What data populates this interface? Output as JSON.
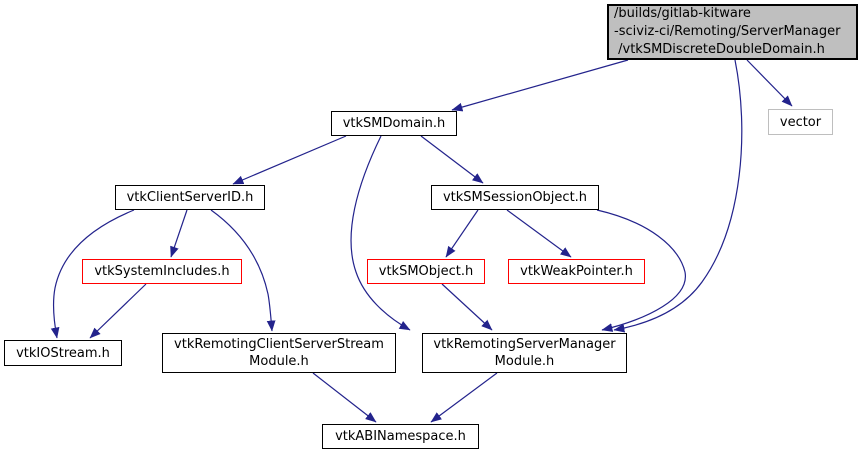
{
  "diagram": {
    "type": "include-dependency-graph",
    "colors": {
      "background": "#ffffff",
      "edge": "#23238c",
      "node_border": "#000000",
      "truncated_node_border": "#ff0000",
      "external_node_border": "#bebebe",
      "root_node_fill": "#bfbfbf",
      "node_fill": "#ffffff",
      "text": "#000000"
    },
    "nodes": {
      "root": {
        "label": "/builds/gitlab-kitware\n-sciviz-ci/Remoting/ServerManager\n /vtkSMDiscreteDoubleDomain.h",
        "type": "current-file"
      },
      "vector": {
        "label": "vector",
        "type": "external"
      },
      "vtkSMDomain": {
        "label": "vtkSMDomain.h",
        "type": "internal"
      },
      "vtkClientServerID": {
        "label": "vtkClientServerID.h",
        "type": "internal"
      },
      "vtkSMSessionObject": {
        "label": "vtkSMSessionObject.h",
        "type": "internal"
      },
      "vtkSystemIncludes": {
        "label": "vtkSystemIncludes.h",
        "type": "truncated"
      },
      "vtkSMObject": {
        "label": "vtkSMObject.h",
        "type": "truncated"
      },
      "vtkWeakPointer": {
        "label": "vtkWeakPointer.h",
        "type": "truncated"
      },
      "vtkIOStream": {
        "label": "vtkIOStream.h",
        "type": "internal"
      },
      "vtkRemotingClientServerStreamModule": {
        "label": "vtkRemotingClientServerStream\nModule.h",
        "type": "internal"
      },
      "vtkRemotingServerManagerModule": {
        "label": "vtkRemotingServerManager\nModule.h",
        "type": "internal"
      },
      "vtkABINamespace": {
        "label": "vtkABINamespace.h",
        "type": "internal"
      }
    },
    "edges": [
      {
        "from": "root",
        "to": "vtkSMDomain"
      },
      {
        "from": "root",
        "to": "vector"
      },
      {
        "from": "root",
        "to": "vtkRemotingServerManagerModule"
      },
      {
        "from": "vtkSMDomain",
        "to": "vtkClientServerID"
      },
      {
        "from": "vtkSMDomain",
        "to": "vtkSMSessionObject"
      },
      {
        "from": "vtkSMDomain",
        "to": "vtkRemotingServerManagerModule"
      },
      {
        "from": "vtkClientServerID",
        "to": "vtkSystemIncludes"
      },
      {
        "from": "vtkClientServerID",
        "to": "vtkIOStream"
      },
      {
        "from": "vtkClientServerID",
        "to": "vtkRemotingClientServerStreamModule"
      },
      {
        "from": "vtkSystemIncludes",
        "to": "vtkIOStream"
      },
      {
        "from": "vtkSMSessionObject",
        "to": "vtkSMObject"
      },
      {
        "from": "vtkSMSessionObject",
        "to": "vtkWeakPointer"
      },
      {
        "from": "vtkSMSessionObject",
        "to": "vtkRemotingServerManagerModule"
      },
      {
        "from": "vtkSMObject",
        "to": "vtkRemotingServerManagerModule"
      },
      {
        "from": "vtkRemotingClientServerStreamModule",
        "to": "vtkABINamespace"
      },
      {
        "from": "vtkRemotingServerManagerModule",
        "to": "vtkABINamespace"
      }
    ]
  }
}
